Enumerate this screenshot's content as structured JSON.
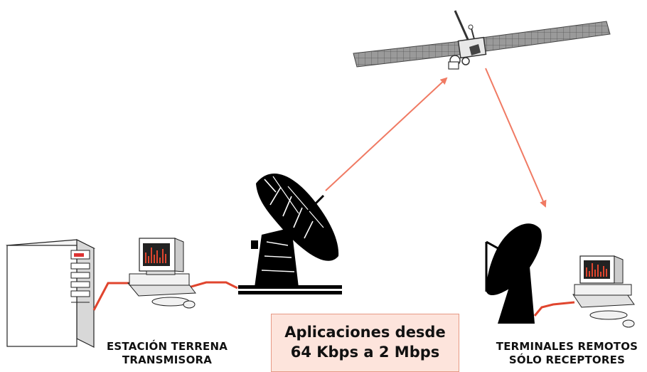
{
  "captions": {
    "transmitter": [
      "ESTACIÓN TERRENA",
      "TRANSMISORA"
    ],
    "receivers": [
      "TERMINALES REMOTOS",
      "SÓLO RECEPTORES"
    ]
  },
  "info_box": {
    "line1": "Aplicaciones desde",
    "line2": "64 Kbps a 2 Mbps"
  },
  "colors": {
    "link": "#f07a63",
    "cable": "#e0452e",
    "info_fill": "#fde4dc",
    "dish": "#000000"
  },
  "icons": [
    "server-icon",
    "workstation-icon",
    "ground-antenna-icon",
    "satellite-icon",
    "receiver-dish-icon"
  ]
}
